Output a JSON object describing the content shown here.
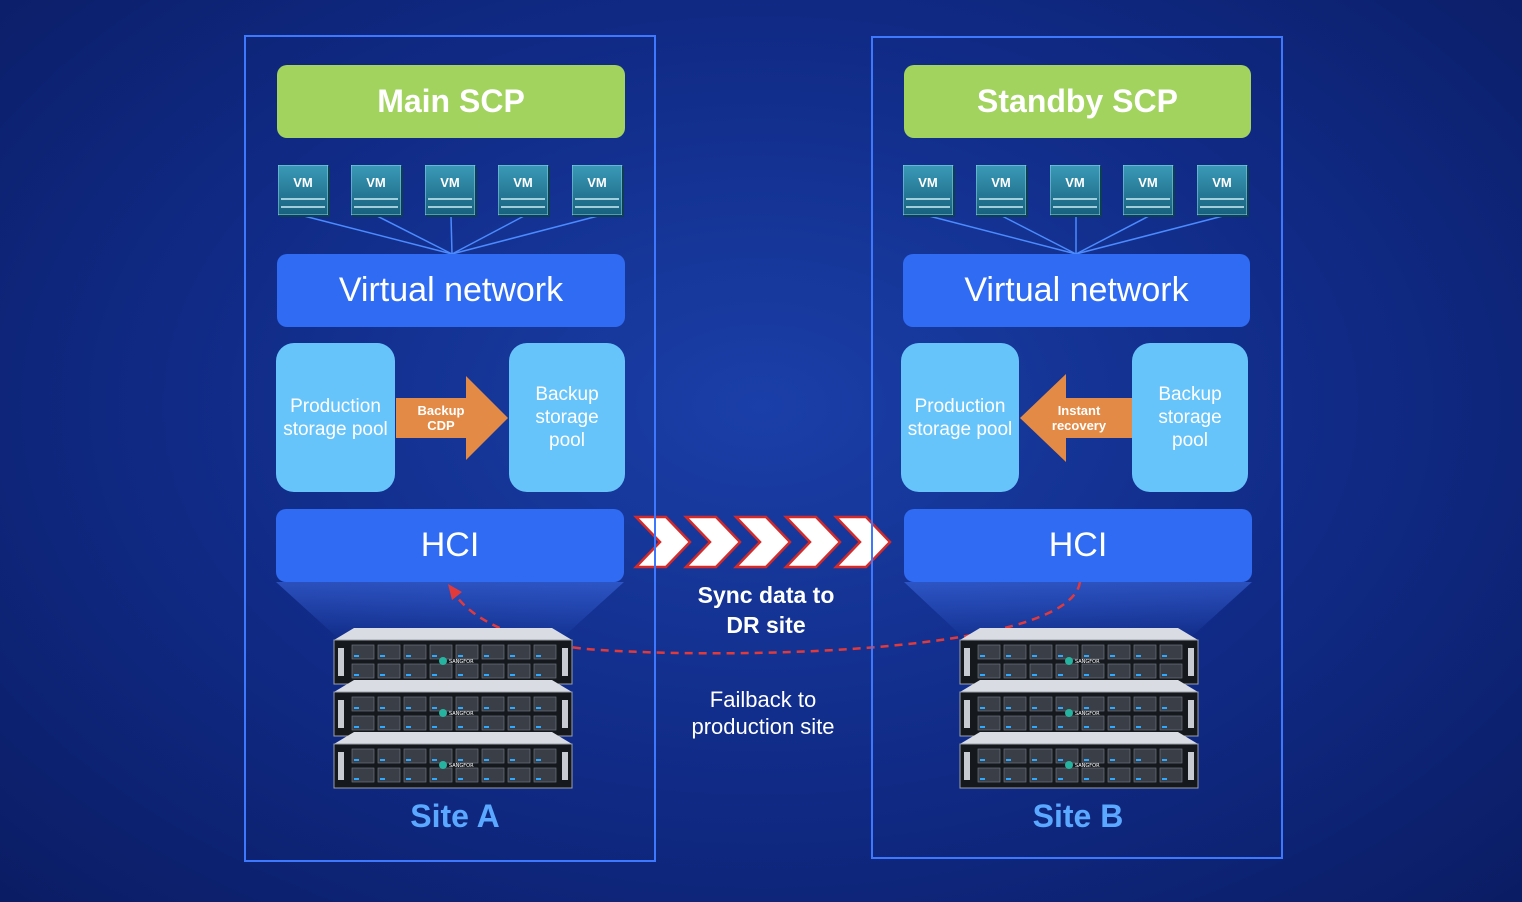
{
  "site_a": {
    "scp_title": "Main SCP",
    "vms": [
      "VM",
      "VM",
      "VM",
      "VM",
      "VM"
    ],
    "network_label": "Virtual network",
    "production_pool": "Production storage pool",
    "backup_pool": "Backup storage pool",
    "arrow_label": "Backup CDP",
    "hci_label": "HCI",
    "site_label": "Site A"
  },
  "site_b": {
    "scp_title": "Standby SCP",
    "vms": [
      "VM",
      "VM",
      "VM",
      "VM",
      "VM"
    ],
    "network_label": "Virtual network",
    "production_pool": "Production storage pool",
    "backup_pool": "Backup storage pool",
    "arrow_label": "Instant recovery",
    "hci_label": "HCI",
    "site_label": "Site B"
  },
  "sync_label": "Sync data to DR site",
  "failback_label": "Failback to production site",
  "server_brand": "SANGFOR",
  "colors": {
    "background": "#102a85",
    "scp": "#a2d35f",
    "bar": "#2f6bf3",
    "pool": "#66c4fb",
    "arrow": "#e28a46",
    "failback_line": "#e23a3a",
    "site_label": "#5aa8ff"
  }
}
